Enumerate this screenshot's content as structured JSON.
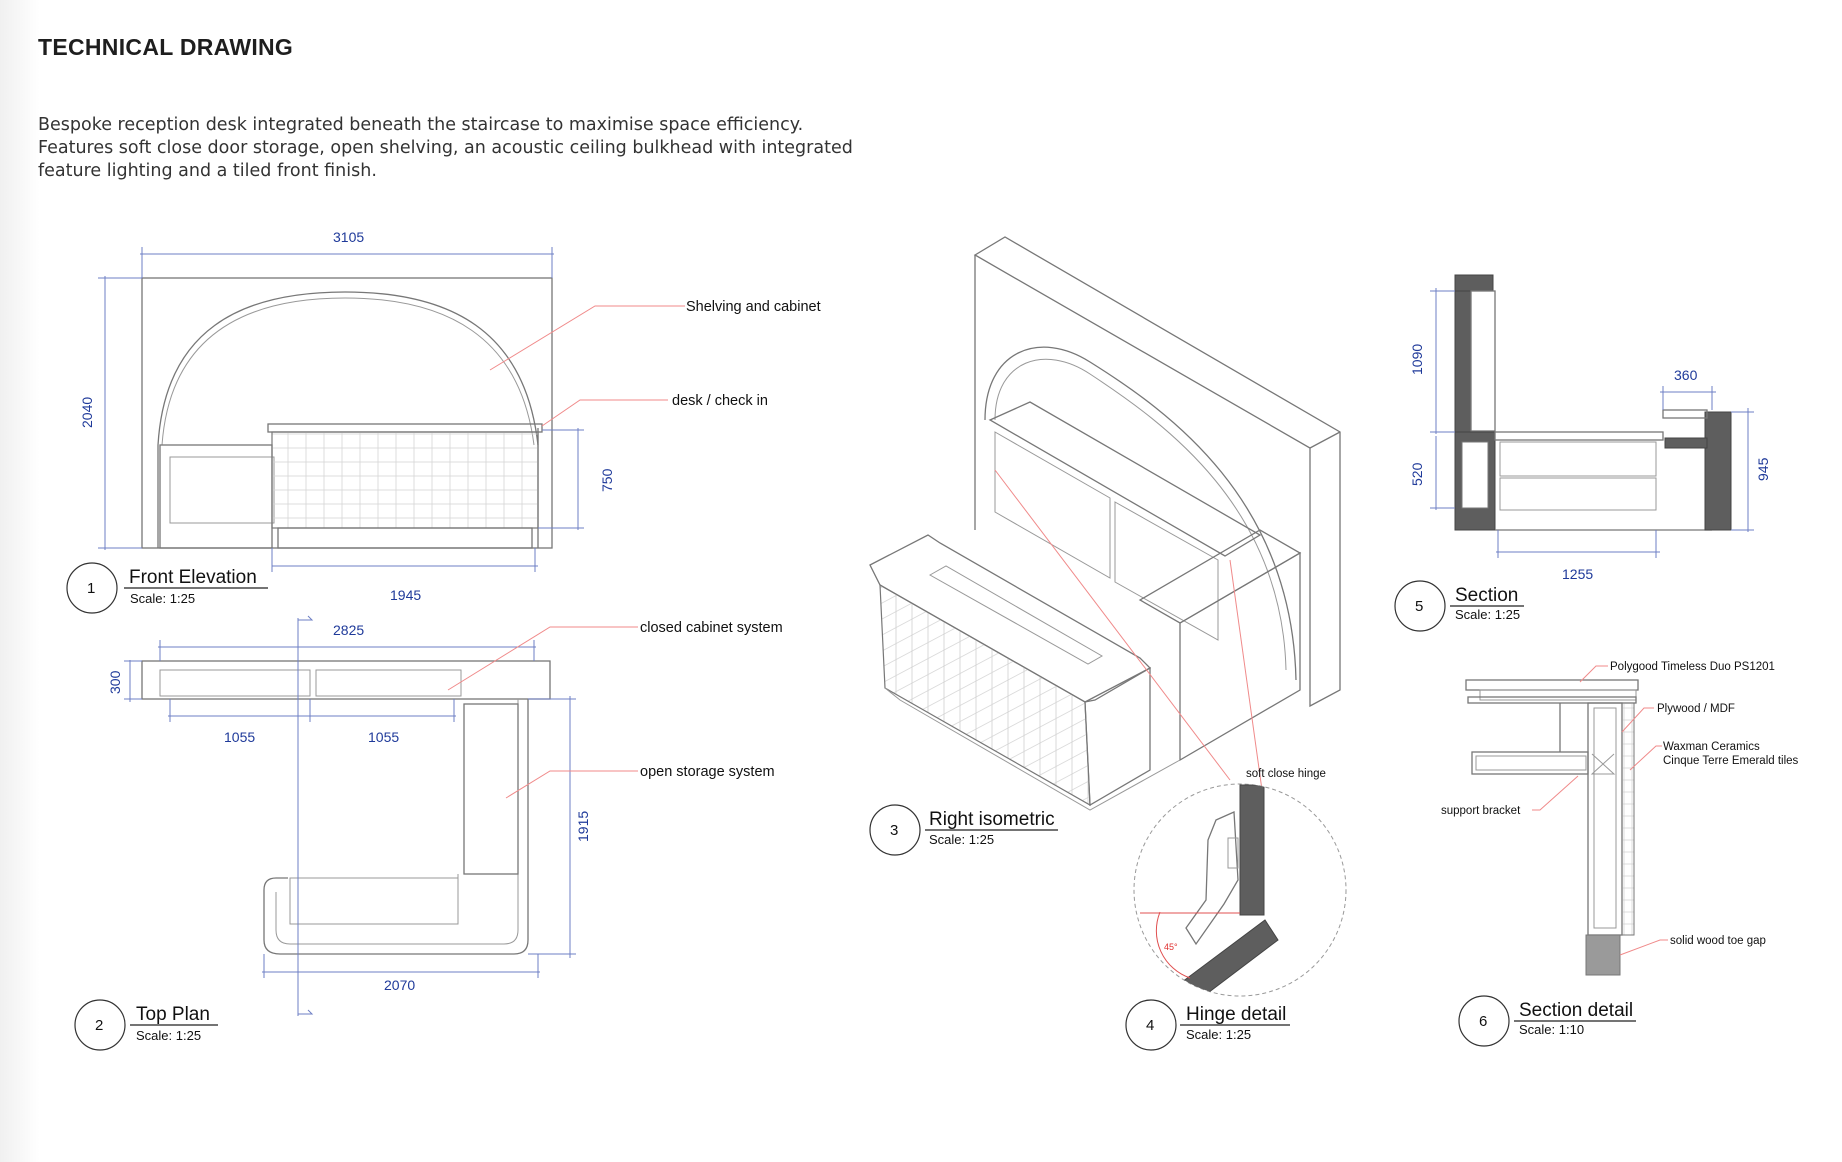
{
  "page": {
    "title": "TECHNICAL DRAWING",
    "description": [
      "Bespoke reception desk integrated beneath the staircase to maximise space efficiency.",
      "Features soft close door storage, open shelving, an acoustic ceiling bulkhead with integrated",
      "feature lighting and a tiled front finish."
    ]
  },
  "views": {
    "front_elevation": {
      "number": "1",
      "title": "Front Elevation",
      "scale": "Scale: 1:25",
      "dims": {
        "width": "3105",
        "height": "2040",
        "desk_height": "750",
        "desk_width": "1945"
      },
      "notes": {
        "shelving": "Shelving and cabinet",
        "desk": "desk / check in"
      }
    },
    "top_plan": {
      "number": "2",
      "title": "Top Plan",
      "scale": "Scale: 1:25",
      "dims": {
        "overall": "2825",
        "depth": "300",
        "bay_left": "1055",
        "bay_right": "1055",
        "side": "1915",
        "front": "2070"
      },
      "notes": {
        "closed": "closed cabinet system",
        "open": "open storage system"
      }
    },
    "right_isometric": {
      "number": "3",
      "title": "Right isometric",
      "scale": "Scale: 1:25"
    },
    "hinge_detail": {
      "number": "4",
      "title": "Hinge detail",
      "scale": "Scale: 1:25",
      "notes": {
        "hinge": "soft close hinge",
        "angle": "45°"
      }
    },
    "section": {
      "number": "5",
      "title": "Section",
      "scale": "Scale: 1:25",
      "dims": {
        "upper": "1090",
        "lower": "520",
        "top": "360",
        "right": "945",
        "bottom": "1255"
      }
    },
    "section_detail": {
      "number": "6",
      "title": "Section detail",
      "scale": "Scale: 1:10",
      "notes": {
        "top": "Polygood Timeless Duo PS1201",
        "ply": "Plywood / MDF",
        "tiles_1": "Waxman Ceramics",
        "tiles_2": "Cinque Terre Emerald tiles",
        "bracket": "support bracket",
        "toe": "solid wood toe gap"
      }
    }
  }
}
